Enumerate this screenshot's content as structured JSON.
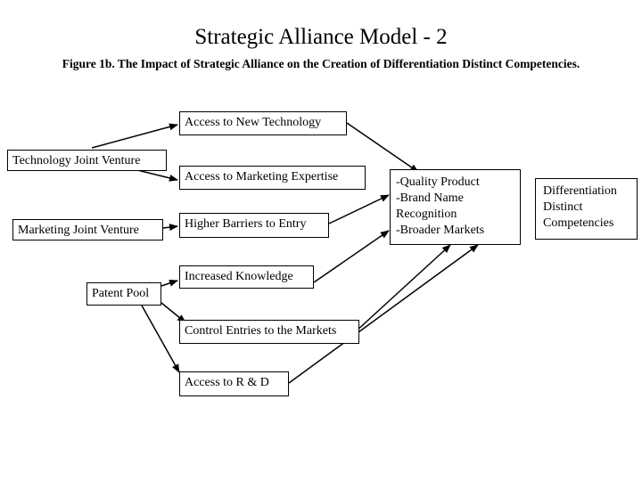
{
  "title": "Strategic Alliance Model - 2",
  "subtitle": "Figure 1b. The Impact of Strategic Alliance on the Creation of Differentiation Distinct Competencies.",
  "sources": {
    "technology_jv": "Technology Joint Venture",
    "marketing_jv": "Marketing Joint Venture",
    "patent_pool": "Patent Pool"
  },
  "benefits": {
    "new_technology": "Access to New Technology",
    "marketing_expertise": "Access to Marketing Expertise",
    "barriers": "Higher Barriers to Entry",
    "knowledge": "Increased Knowledge",
    "control_entries": "Control Entries to the Markets",
    "r_and_d": "Access to R & D"
  },
  "outcomes": {
    "line1": "-Quality Product",
    "line2": "-Brand Name",
    "line3": "Recognition",
    "line4": "-Broader Markets"
  },
  "result": {
    "line1": "Differentiation",
    "line2": "Distinct",
    "line3": "Competencies"
  }
}
